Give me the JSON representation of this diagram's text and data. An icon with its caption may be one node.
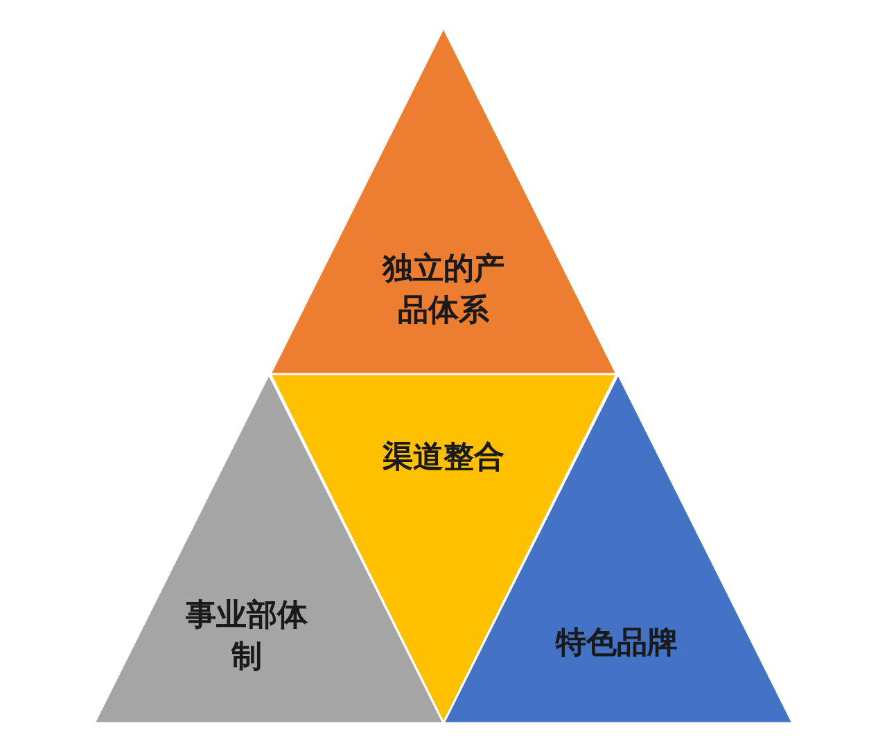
{
  "diagram": {
    "nodes": [
      {
        "text": [
          "独立的产品体系"
        ]
      },
      {
        "text": [
          "渠道整合"
        ]
      },
      {
        "text": [
          "事业部体制"
        ]
      },
      {
        "text": [
          "特色品牌"
        ]
      }
    ]
  }
}
